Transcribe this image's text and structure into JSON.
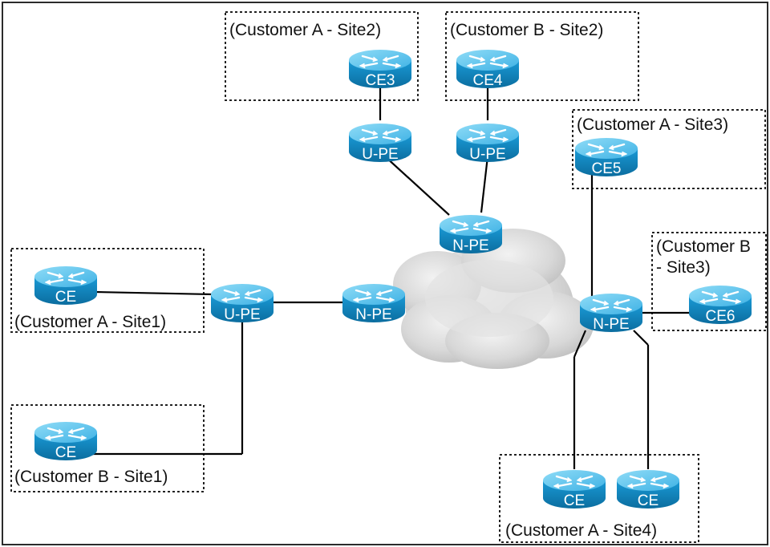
{
  "colors": {
    "router_top": "#6fcdf2",
    "router_mid": "#1597d4",
    "router_dark": "#0a6ea3",
    "cloud": "#d6d6d6",
    "frame": "#2b2b2b",
    "link": "#000000"
  },
  "sites": {
    "a_site2": "(Customer A - Site2)",
    "b_site2": "(Customer B - Site2)",
    "a_site3": "(Customer A - Site3)",
    "b_site3_line1": "(Customer B",
    "b_site3_line2": "- Site3)",
    "a_site1": "(Customer A - Site1)",
    "b_site1": "(Customer B - Site1)",
    "a_site4": "(Customer A - Site4)"
  },
  "devices": {
    "ce3": "CE3",
    "ce4": "CE4",
    "upe_top_left": "U-PE",
    "upe_top_right": "U-PE",
    "ce5": "CE5",
    "npe_top": "N-PE",
    "ce_a1": "CE",
    "upe_left": "U-PE",
    "npe_left": "N-PE",
    "npe_right": "N-PE",
    "ce6": "CE6",
    "ce_b1": "CE",
    "ce_a4_left": "CE",
    "ce_a4_right": "CE"
  },
  "icons": {
    "router": "router-icon",
    "cloud": "cloud-icon"
  }
}
